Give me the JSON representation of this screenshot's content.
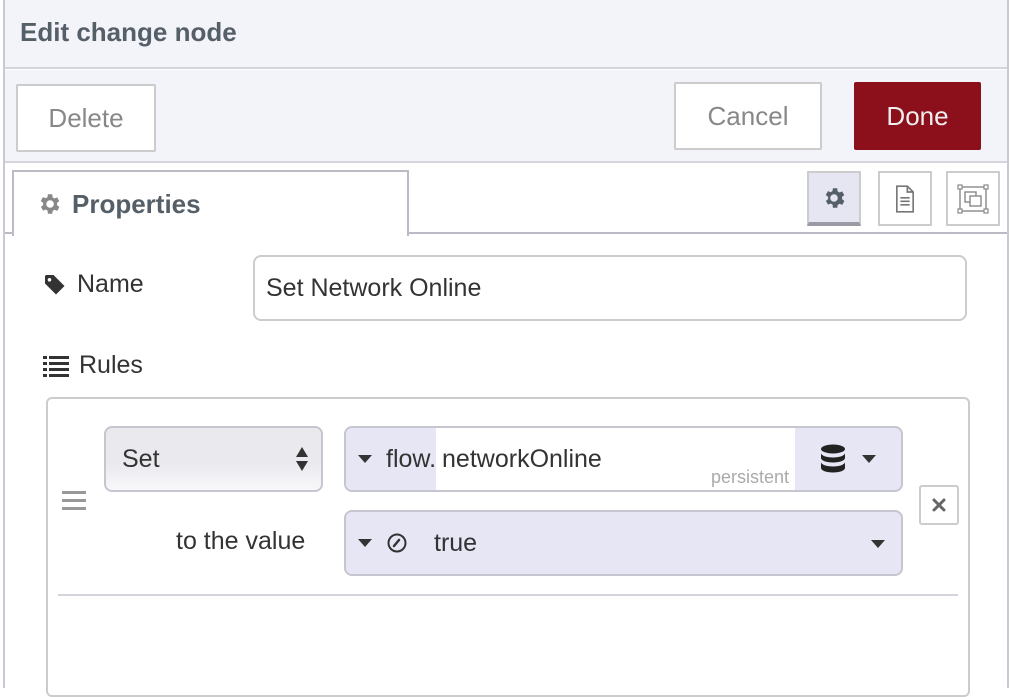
{
  "header": {
    "title": "Edit change node"
  },
  "toolbar": {
    "delete_label": "Delete",
    "cancel_label": "Cancel",
    "done_label": "Done",
    "done_color": "#8c101c"
  },
  "tabs": {
    "active_label": "Properties",
    "icon_buttons": [
      "gear-icon",
      "document-icon",
      "frame-icon"
    ]
  },
  "form": {
    "name_label": "Name",
    "name_value": "Set Network Online",
    "rules_label": "Rules"
  },
  "rules": [
    {
      "action": "Set",
      "target_type": "flow.",
      "target_value": "networkOnline",
      "context_store": "persistent",
      "to_label": "to the value",
      "value_type_icon": "boolean-icon",
      "value": "true"
    }
  ]
}
